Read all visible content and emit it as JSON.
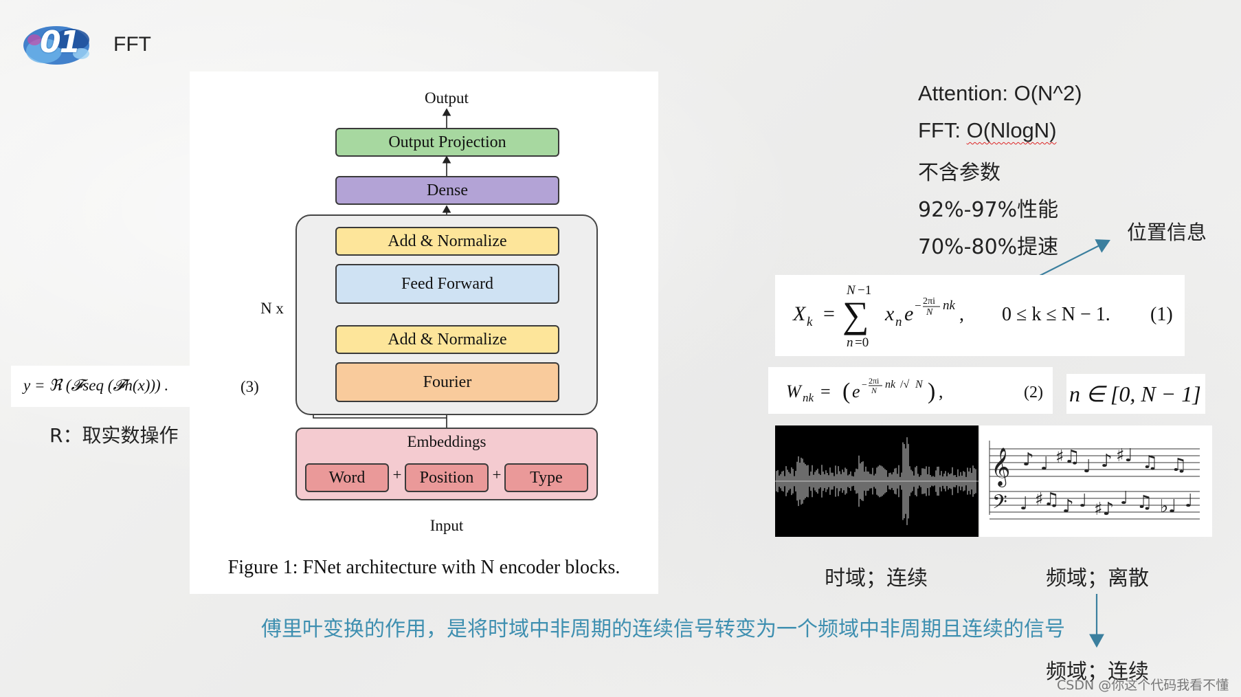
{
  "header": {
    "logo_text": "01",
    "title": "FFT"
  },
  "figure": {
    "output_label": "Output",
    "output_projection": "Output Projection",
    "dense": "Dense",
    "add_normalize_top": "Add & Normalize",
    "feed_forward": "Feed Forward",
    "add_normalize_bottom": "Add & Normalize",
    "fourier": "Fourier",
    "n_times": "N x",
    "embeddings": "Embeddings",
    "word": "Word",
    "position": "Position",
    "type": "Type",
    "plus": "+",
    "input_label": "Input",
    "caption": "Figure 1: FNet architecture with N encoder blocks.",
    "colors": {
      "output_projection": "#a7d8a0",
      "dense": "#b3a3d6",
      "add_normalize": "#fde59a",
      "feed_forward": "#cfe2f3",
      "fourier": "#f9cb9c",
      "embeddings_bg": "#f4cbd0",
      "embedding_token": "#ea9999"
    }
  },
  "left_formula": {
    "equation": "y = ℜ (𝓕seq (𝓕h(x))) .",
    "number": "(3)",
    "note": "R：取实数操作"
  },
  "right_notes": {
    "attention": "Attention: O(N^2)",
    "fft_prefix": "FFT: ",
    "fft_complexity": "O(NlogN)",
    "no_params": "不含参数",
    "performance": "92%-97%性能",
    "speedup": "70%-80%提速",
    "position_info": "位置信息"
  },
  "equations": {
    "eq1_number": "(1)",
    "eq2_number": "(2)",
    "eq1_range": "0 ≤ k ≤ N − 1.",
    "eq3": "n ∈ [0, N − 1]"
  },
  "labels": {
    "time_domain": "时域；连续",
    "freq_discrete": "频域；离散",
    "freq_continuous": "频域；连续",
    "bottom_statement": "傅里叶变换的作用，是将时域中非周期的连续信号转变为一个频域中非周期且连续的信号",
    "watermark": "CSDN @你这个代码我看不懂"
  }
}
